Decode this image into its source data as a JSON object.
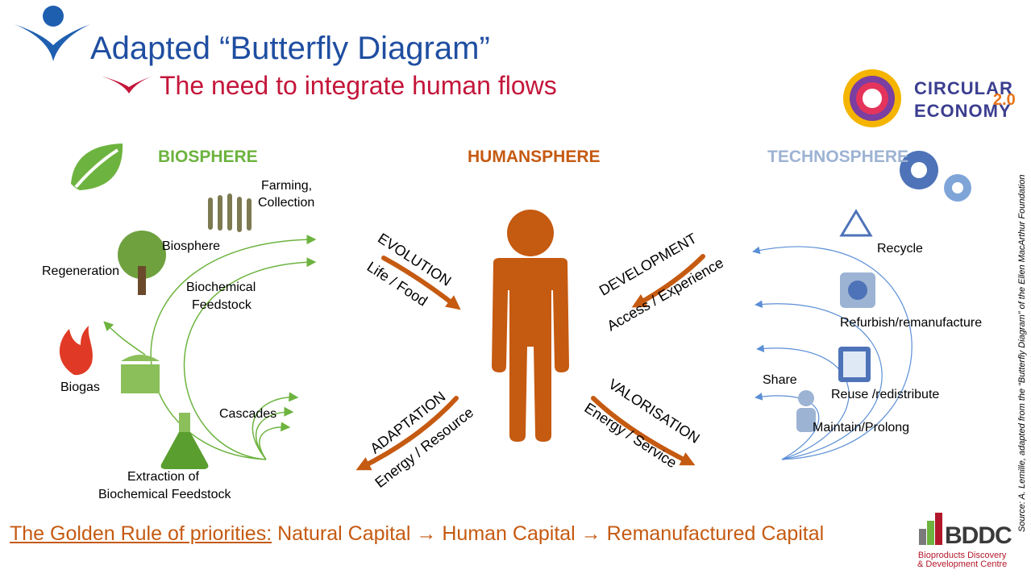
{
  "header": {
    "title": "Adapted “Butterfly Diagram”",
    "subtitle": "The need to integrate human flows"
  },
  "spheres": {
    "bio": "BIOSPHERE",
    "human": "HUMANSPHERE",
    "tech": "TECHNOSPHERE"
  },
  "bio": {
    "farming": "Farming,",
    "collection": "Collection",
    "biosphere": "Biosphere",
    "regeneration": "Regeneration",
    "feedstock1": "Biochemical",
    "feedstock2": "Feedstock",
    "biogas": "Biogas",
    "cascades": "Cascades",
    "extraction1": "Extraction of",
    "extraction2": "Biochemical Feedstock"
  },
  "tech": {
    "recycle": "Recycle",
    "refurbish": "Refurbish/remanufacture",
    "share": "Share",
    "reuse": "Reuse /redistribute",
    "maintain": "Maintain/Prolong"
  },
  "flows": {
    "evolution": "EVOLUTION",
    "life_food": "Life / Food",
    "development": "DEVELOPMENT",
    "access": "Access / Experience",
    "adaptation": "ADAPTATION",
    "energy_resource": "Energy / Resource",
    "valorisation": "VALORISATION",
    "energy_service": "Energy / Service"
  },
  "footer": {
    "golden_rule_label": "The Golden Rule of priorities:",
    "golden_rule_text": " Natural Capital → Human Capital → Remanufactured Capital",
    "source": "Source: A. Lemille, adapted from the “Butterfly Diagram” of the Ellen MacArthur Foundation"
  },
  "logos": {
    "ce_line1": "CIRCULAR",
    "ce_line2": "ECONOMY",
    "ce_version": "2.0",
    "bddc": "BDDC",
    "bddc_sub1": "Bioproducts Discovery",
    "bddc_sub2": "& Development Centre"
  },
  "colors": {
    "title_blue": "#1f4ea1",
    "subtitle_red": "#c4163a",
    "bio_green": "#6db33f",
    "human_orange": "#c55a11",
    "tech_blue": "#9db3d3"
  }
}
